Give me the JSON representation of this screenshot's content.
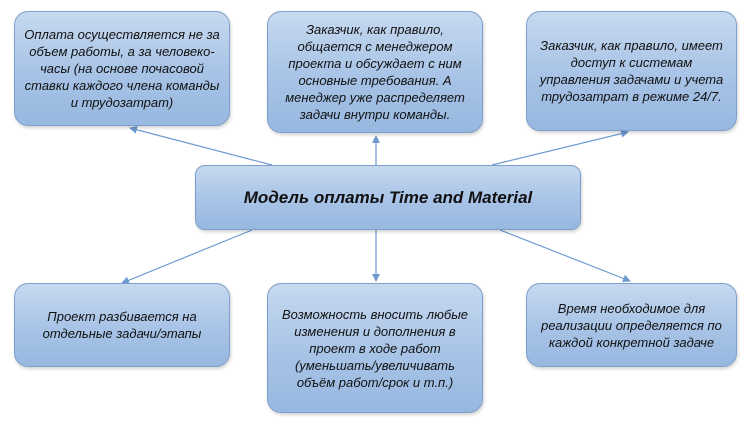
{
  "center": {
    "label": "Модель оплаты Time and Material"
  },
  "boxes": [
    {
      "text": "Оплата осуществляется не за объем работы, а за человеко-часы (на основе почасовой ставки каждого члена команды и трудозатрат)"
    },
    {
      "text": "Заказчик, как правило, общается с менеджером проекта и обсуждает с ним основные требования. А менеджер уже распределяет задачи внутри команды."
    },
    {
      "text": "Заказчик, как правило, имеет доступ к системам управления задачами и учета трудозатрат в режиме 24/7."
    },
    {
      "text": "Проект разбивается на отдельные задачи/этапы"
    },
    {
      "text": "Возможность вносить любые изменения и дополнения в проект в ходе работ (уменьшать/увеличивать объём работ/срок и т.п.)"
    },
    {
      "text": "Время необходимое для реализации определяется по каждой конкретной задаче"
    }
  ],
  "colors": {
    "box_fill": "#a7c3e6",
    "box_border": "#7d9fcc",
    "connector": "#6f9ad0"
  }
}
